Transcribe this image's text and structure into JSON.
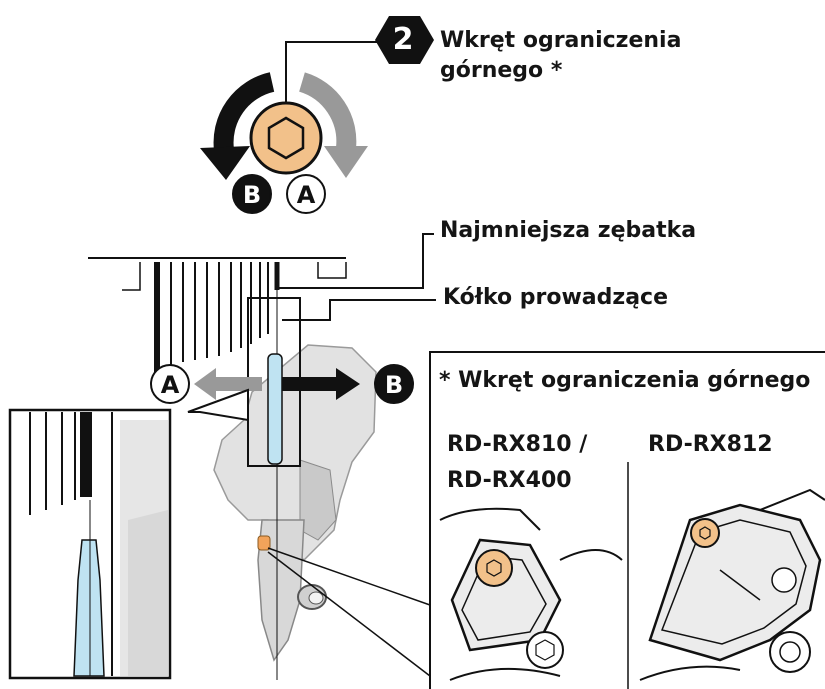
{
  "step": {
    "number": "2",
    "line1": "Wkręt ograniczenia",
    "line2": "górnego *"
  },
  "labels": {
    "smallest_cog": "Najmniejsza zębatka",
    "guide_pulley": "Kółko prowadzące"
  },
  "directions": {
    "a": "A",
    "b": "B"
  },
  "note": {
    "title": "*  Wkręt ograniczenia górnego",
    "model_left_line1": "RD-RX810 /",
    "model_left_line2": "RD-RX400",
    "model_right": "RD-RX812"
  },
  "colors": {
    "screw_fill": "#f2c18a",
    "pulley_fill": "#bfe3f2",
    "arrow_dark": "#111111",
    "arrow_gray": "#8c8c8c",
    "derailleur_gray": "#d6d6d6"
  }
}
